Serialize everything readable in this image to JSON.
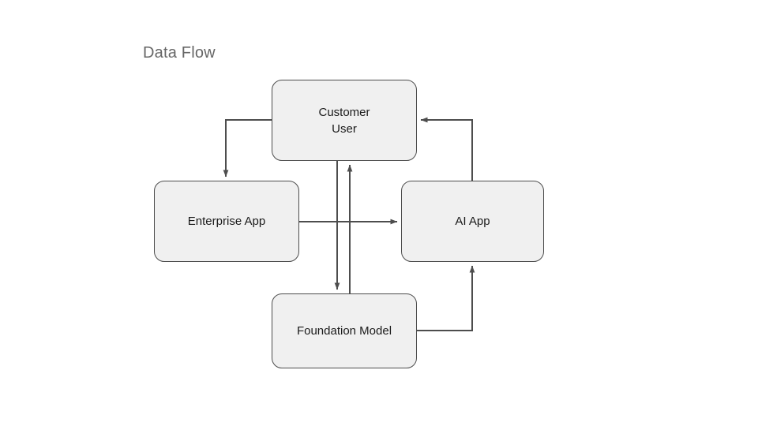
{
  "diagram": {
    "title": "Data Flow",
    "background_color": "#ffffff",
    "node_fill_color": "#f0f0f0",
    "node_border_color": "#4d4d4d",
    "edge_color": "#4d4d4d",
    "title_color": "#666666",
    "label_color": "#1a1a1a",
    "nodes": [
      {
        "id": "customer-user",
        "label": "Customer\nUser",
        "line1": "Customer",
        "line2": "User"
      },
      {
        "id": "enterprise-app",
        "label": "Enterprise App"
      },
      {
        "id": "ai-app",
        "label": "AI App"
      },
      {
        "id": "foundation-model",
        "label": "Foundation Model"
      }
    ],
    "edges": [
      {
        "id": "edge-customer-user-to-enterprise-app",
        "from": "customer-user",
        "to": "enterprise-app",
        "style": "elbow",
        "direction": "left-then-down"
      },
      {
        "id": "edge-customer-user-to-foundation-model",
        "from": "customer-user",
        "to": "foundation-model",
        "style": "straight",
        "direction": "down"
      },
      {
        "id": "edge-foundation-model-to-customer-user",
        "from": "foundation-model",
        "to": "customer-user",
        "style": "straight",
        "direction": "up"
      },
      {
        "id": "edge-enterprise-app-to-ai-app",
        "from": "enterprise-app",
        "to": "ai-app",
        "style": "straight",
        "direction": "right"
      },
      {
        "id": "edge-ai-app-to-customer-user",
        "from": "ai-app",
        "to": "customer-user",
        "style": "elbow",
        "direction": "up-then-left"
      },
      {
        "id": "edge-foundation-model-to-ai-app",
        "from": "foundation-model",
        "to": "ai-app",
        "style": "elbow",
        "direction": "right-then-up"
      }
    ]
  }
}
